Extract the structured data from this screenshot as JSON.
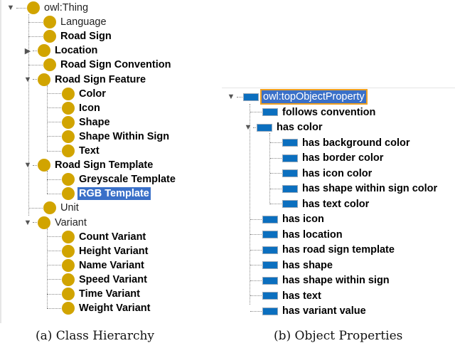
{
  "class_hierarchy": {
    "root": {
      "label": "owl:Thing",
      "expanded": true,
      "toggle_icon": "triangle-down"
    },
    "items": [
      {
        "label": "Language",
        "level": 1,
        "bold": false,
        "toggle": null
      },
      {
        "label": "Road Sign",
        "level": 1,
        "bold": true,
        "toggle": null
      },
      {
        "label": "Location",
        "level": 1,
        "bold": true,
        "toggle": "collapsed"
      },
      {
        "label": "Road Sign Convention",
        "level": 1,
        "bold": true,
        "toggle": null
      },
      {
        "label": "Road Sign Feature",
        "level": 1,
        "bold": true,
        "toggle": "expanded"
      },
      {
        "label": "Color",
        "level": 2,
        "bold": true,
        "toggle": null
      },
      {
        "label": "Icon",
        "level": 2,
        "bold": true,
        "toggle": null
      },
      {
        "label": "Shape",
        "level": 2,
        "bold": true,
        "toggle": null
      },
      {
        "label": "Shape Within Sign",
        "level": 2,
        "bold": true,
        "toggle": null
      },
      {
        "label": "Text",
        "level": 2,
        "bold": true,
        "toggle": null
      },
      {
        "label": "Road Sign Template",
        "level": 1,
        "bold": true,
        "toggle": "expanded"
      },
      {
        "label": "Greyscale Template",
        "level": 2,
        "bold": true,
        "toggle": null
      },
      {
        "label": "RGB Template",
        "level": 2,
        "bold": true,
        "toggle": null,
        "selected": true
      },
      {
        "label": "Unit",
        "level": 1,
        "bold": false,
        "toggle": null
      },
      {
        "label": "Variant",
        "level": 1,
        "bold": false,
        "toggle": "expanded"
      },
      {
        "label": "Count Variant",
        "level": 2,
        "bold": true,
        "toggle": null
      },
      {
        "label": "Height Variant",
        "level": 2,
        "bold": true,
        "toggle": null
      },
      {
        "label": "Name Variant",
        "level": 2,
        "bold": true,
        "toggle": null
      },
      {
        "label": "Speed Variant",
        "level": 2,
        "bold": true,
        "toggle": null
      },
      {
        "label": "Time Variant",
        "level": 2,
        "bold": true,
        "toggle": null
      },
      {
        "label": "Weight Variant",
        "level": 2,
        "bold": true,
        "toggle": null
      }
    ],
    "caption": "(a) Class Hierarchy"
  },
  "object_properties": {
    "root": {
      "label": "owl:topObjectProperty",
      "expanded": true,
      "selected": true
    },
    "items": [
      {
        "label": "follows convention",
        "level": 1,
        "toggle": null
      },
      {
        "label": "has color",
        "level": 1,
        "toggle": "expanded"
      },
      {
        "label": "has background color",
        "level": 2,
        "toggle": null
      },
      {
        "label": "has border color",
        "level": 2,
        "toggle": null
      },
      {
        "label": "has icon color",
        "level": 2,
        "toggle": null
      },
      {
        "label": "has shape within sign color",
        "level": 2,
        "toggle": null
      },
      {
        "label": "has text color",
        "level": 2,
        "toggle": null
      },
      {
        "label": "has icon",
        "level": 1,
        "toggle": null
      },
      {
        "label": "has location",
        "level": 1,
        "toggle": null
      },
      {
        "label": "has road sign template",
        "level": 1,
        "toggle": null
      },
      {
        "label": "has shape",
        "level": 1,
        "toggle": null
      },
      {
        "label": "has shape within sign",
        "level": 1,
        "toggle": null
      },
      {
        "label": "has text",
        "level": 1,
        "toggle": null
      },
      {
        "label": "has variant value",
        "level": 1,
        "toggle": null
      }
    ],
    "caption": "(b) Object Properties"
  },
  "colors": {
    "class_icon": "#d1a400",
    "property_icon": "#0b6fbf",
    "selection": "#3a70c8",
    "focus_outline": "#f0a020"
  }
}
